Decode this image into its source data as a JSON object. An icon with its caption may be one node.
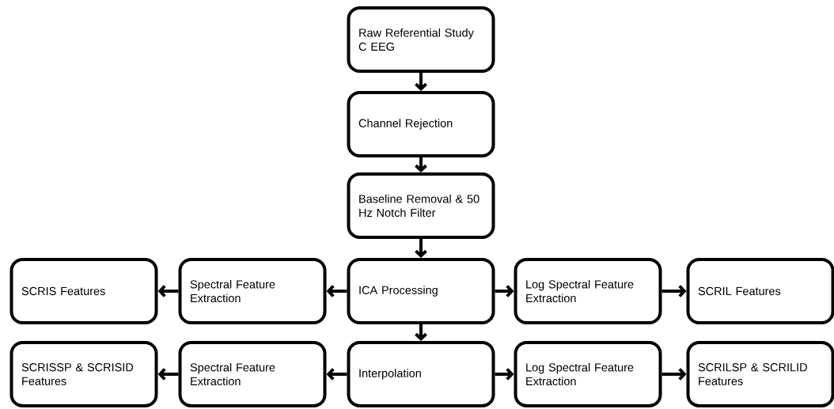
{
  "diagram": {
    "nodes": [
      {
        "text": [
          "Raw Referential Study C EEG"
        ]
      },
      {
        "text": [
          "Channel Rejection"
        ]
      },
      {
        "text": [
          "Baseline Removal & 50 Hz Notch Filter"
        ]
      },
      {
        "text": [
          "SCRIS Features"
        ]
      },
      {
        "text": [
          "Spectral Feature Extraction"
        ]
      },
      {
        "text": [
          "ICA Processing"
        ]
      },
      {
        "text": [
          "Log Spectral Feature Extraction"
        ]
      },
      {
        "text": [
          "SCRIL Features"
        ]
      },
      {
        "text": [
          "SCRISSP & SCRISID Features"
        ]
      },
      {
        "text": [
          "Spectral Feature Extraction"
        ]
      },
      {
        "text": [
          "Interpolation"
        ]
      },
      {
        "text": [
          "Log Spectral Feature Extraction"
        ]
      },
      {
        "text": [
          "SCRILSP & SCRILID Features"
        ]
      }
    ],
    "edges": [
      {
        "from": 0,
        "to": 1,
        "arrow": "to"
      },
      {
        "from": 1,
        "to": 2,
        "arrow": "to"
      },
      {
        "from": 2,
        "to": 5,
        "arrow": "to"
      },
      {
        "from": 5,
        "to": 4,
        "arrow": "to"
      },
      {
        "from": 4,
        "to": 3,
        "arrow": "to"
      },
      {
        "from": 5,
        "to": 6,
        "arrow": "to"
      },
      {
        "from": 6,
        "to": 7,
        "arrow": "to"
      },
      {
        "from": 5,
        "to": 10,
        "arrow": "to"
      },
      {
        "from": 10,
        "to": 9,
        "arrow": "to"
      },
      {
        "from": 9,
        "to": 8,
        "arrow": "to"
      },
      {
        "from": 10,
        "to": 11,
        "arrow": "to"
      },
      {
        "from": 11,
        "to": 12,
        "arrow": "to"
      }
    ]
  }
}
